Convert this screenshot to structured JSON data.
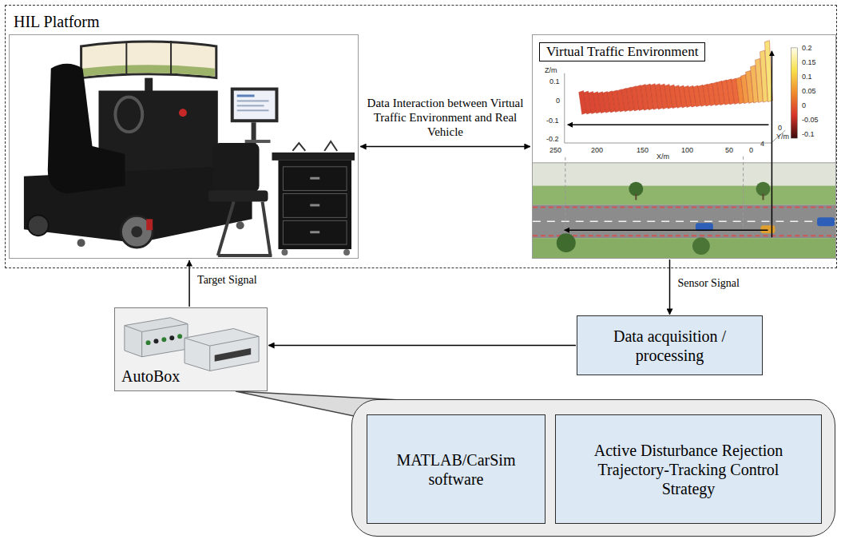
{
  "diagram": {
    "nodes": [
      {
        "text": [
          "HIL Platform"
        ]
      },
      {
        "text": [],
        "in": 0
      },
      {
        "text": [
          "Virtual Traffic Environment"
        ],
        "in": 0
      },
      {
        "text": [
          "AutoBox"
        ]
      },
      {
        "text": [
          "Data acquisition / processing"
        ]
      },
      {
        "text": []
      },
      {
        "text": [
          "MATLAB/CarSim software"
        ],
        "in": 5
      },
      {
        "text": [
          "Active Disturbance Rejection Trajectory-Tracking Control Strategy"
        ],
        "in": 5
      }
    ],
    "edges": [
      {
        "from": 1,
        "to": 2,
        "arrow": "both",
        "label": "Data Interaction between Virtual Traffic Environment and Real Vehicle"
      },
      {
        "from": 3,
        "to": 1,
        "arrow": "to",
        "label": "Target Signal"
      },
      {
        "from": 2,
        "to": 4,
        "arrow": "to",
        "label": "Sensor Signal"
      },
      {
        "from": 4,
        "to": 3,
        "arrow": "to"
      },
      {
        "from": 3,
        "to": 5,
        "arrow": "none"
      }
    ],
    "labels": [
      "Z/m",
      "0.1",
      "0",
      "-0.1",
      "-0.2",
      "250",
      "200",
      "150",
      "100",
      "50",
      "0",
      "X/m",
      "4",
      "0",
      "Y/m",
      "0.2",
      "0.15",
      "0.1",
      "0.05",
      "0",
      "-0.05",
      "-0.1"
    ]
  }
}
